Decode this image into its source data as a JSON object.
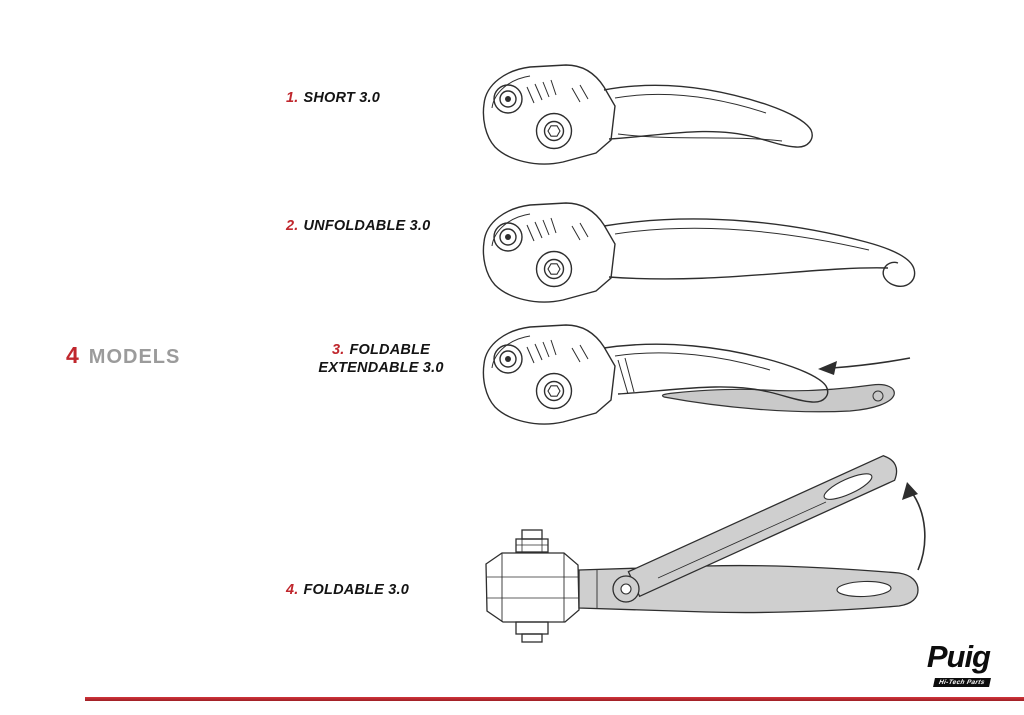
{
  "page": {
    "background": "#ffffff",
    "accent": "#c0272d"
  },
  "header": {
    "count": "4",
    "title": "MODELS"
  },
  "models": [
    {
      "number": "1.",
      "name": "SHORT 3.0"
    },
    {
      "number": "2.",
      "name": "UNFOLDABLE 3.0"
    },
    {
      "number": "3.",
      "name": "FOLDABLE EXTENDABLE 3.0"
    },
    {
      "number": "4.",
      "name": "FOLDABLE 3.0"
    }
  ],
  "logo": {
    "brand": "Puig",
    "tagline": "Hi-Tech Parts"
  }
}
